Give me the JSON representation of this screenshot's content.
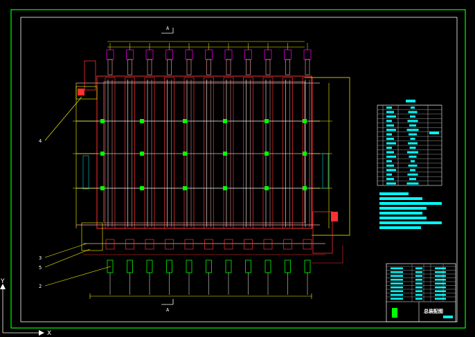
{
  "drawing": {
    "section_marker_top": "A",
    "section_marker_bottom": "A",
    "callouts": [
      "4",
      "3",
      "5",
      "2"
    ],
    "title_block_text": "总装配图",
    "ucs": {
      "x_label": "X",
      "y_label": "Y"
    }
  },
  "colors": {
    "background": "#000000",
    "frame": "#00ff00",
    "inner_frame": "#ffffff",
    "structure_red": "#ff3030",
    "structure_pink": "#ffb0b0",
    "dimension_yellow": "#ffff00",
    "table_cyan": "#00ffff",
    "part_green": "#00ff00",
    "part_magenta": "#ff00ff"
  }
}
